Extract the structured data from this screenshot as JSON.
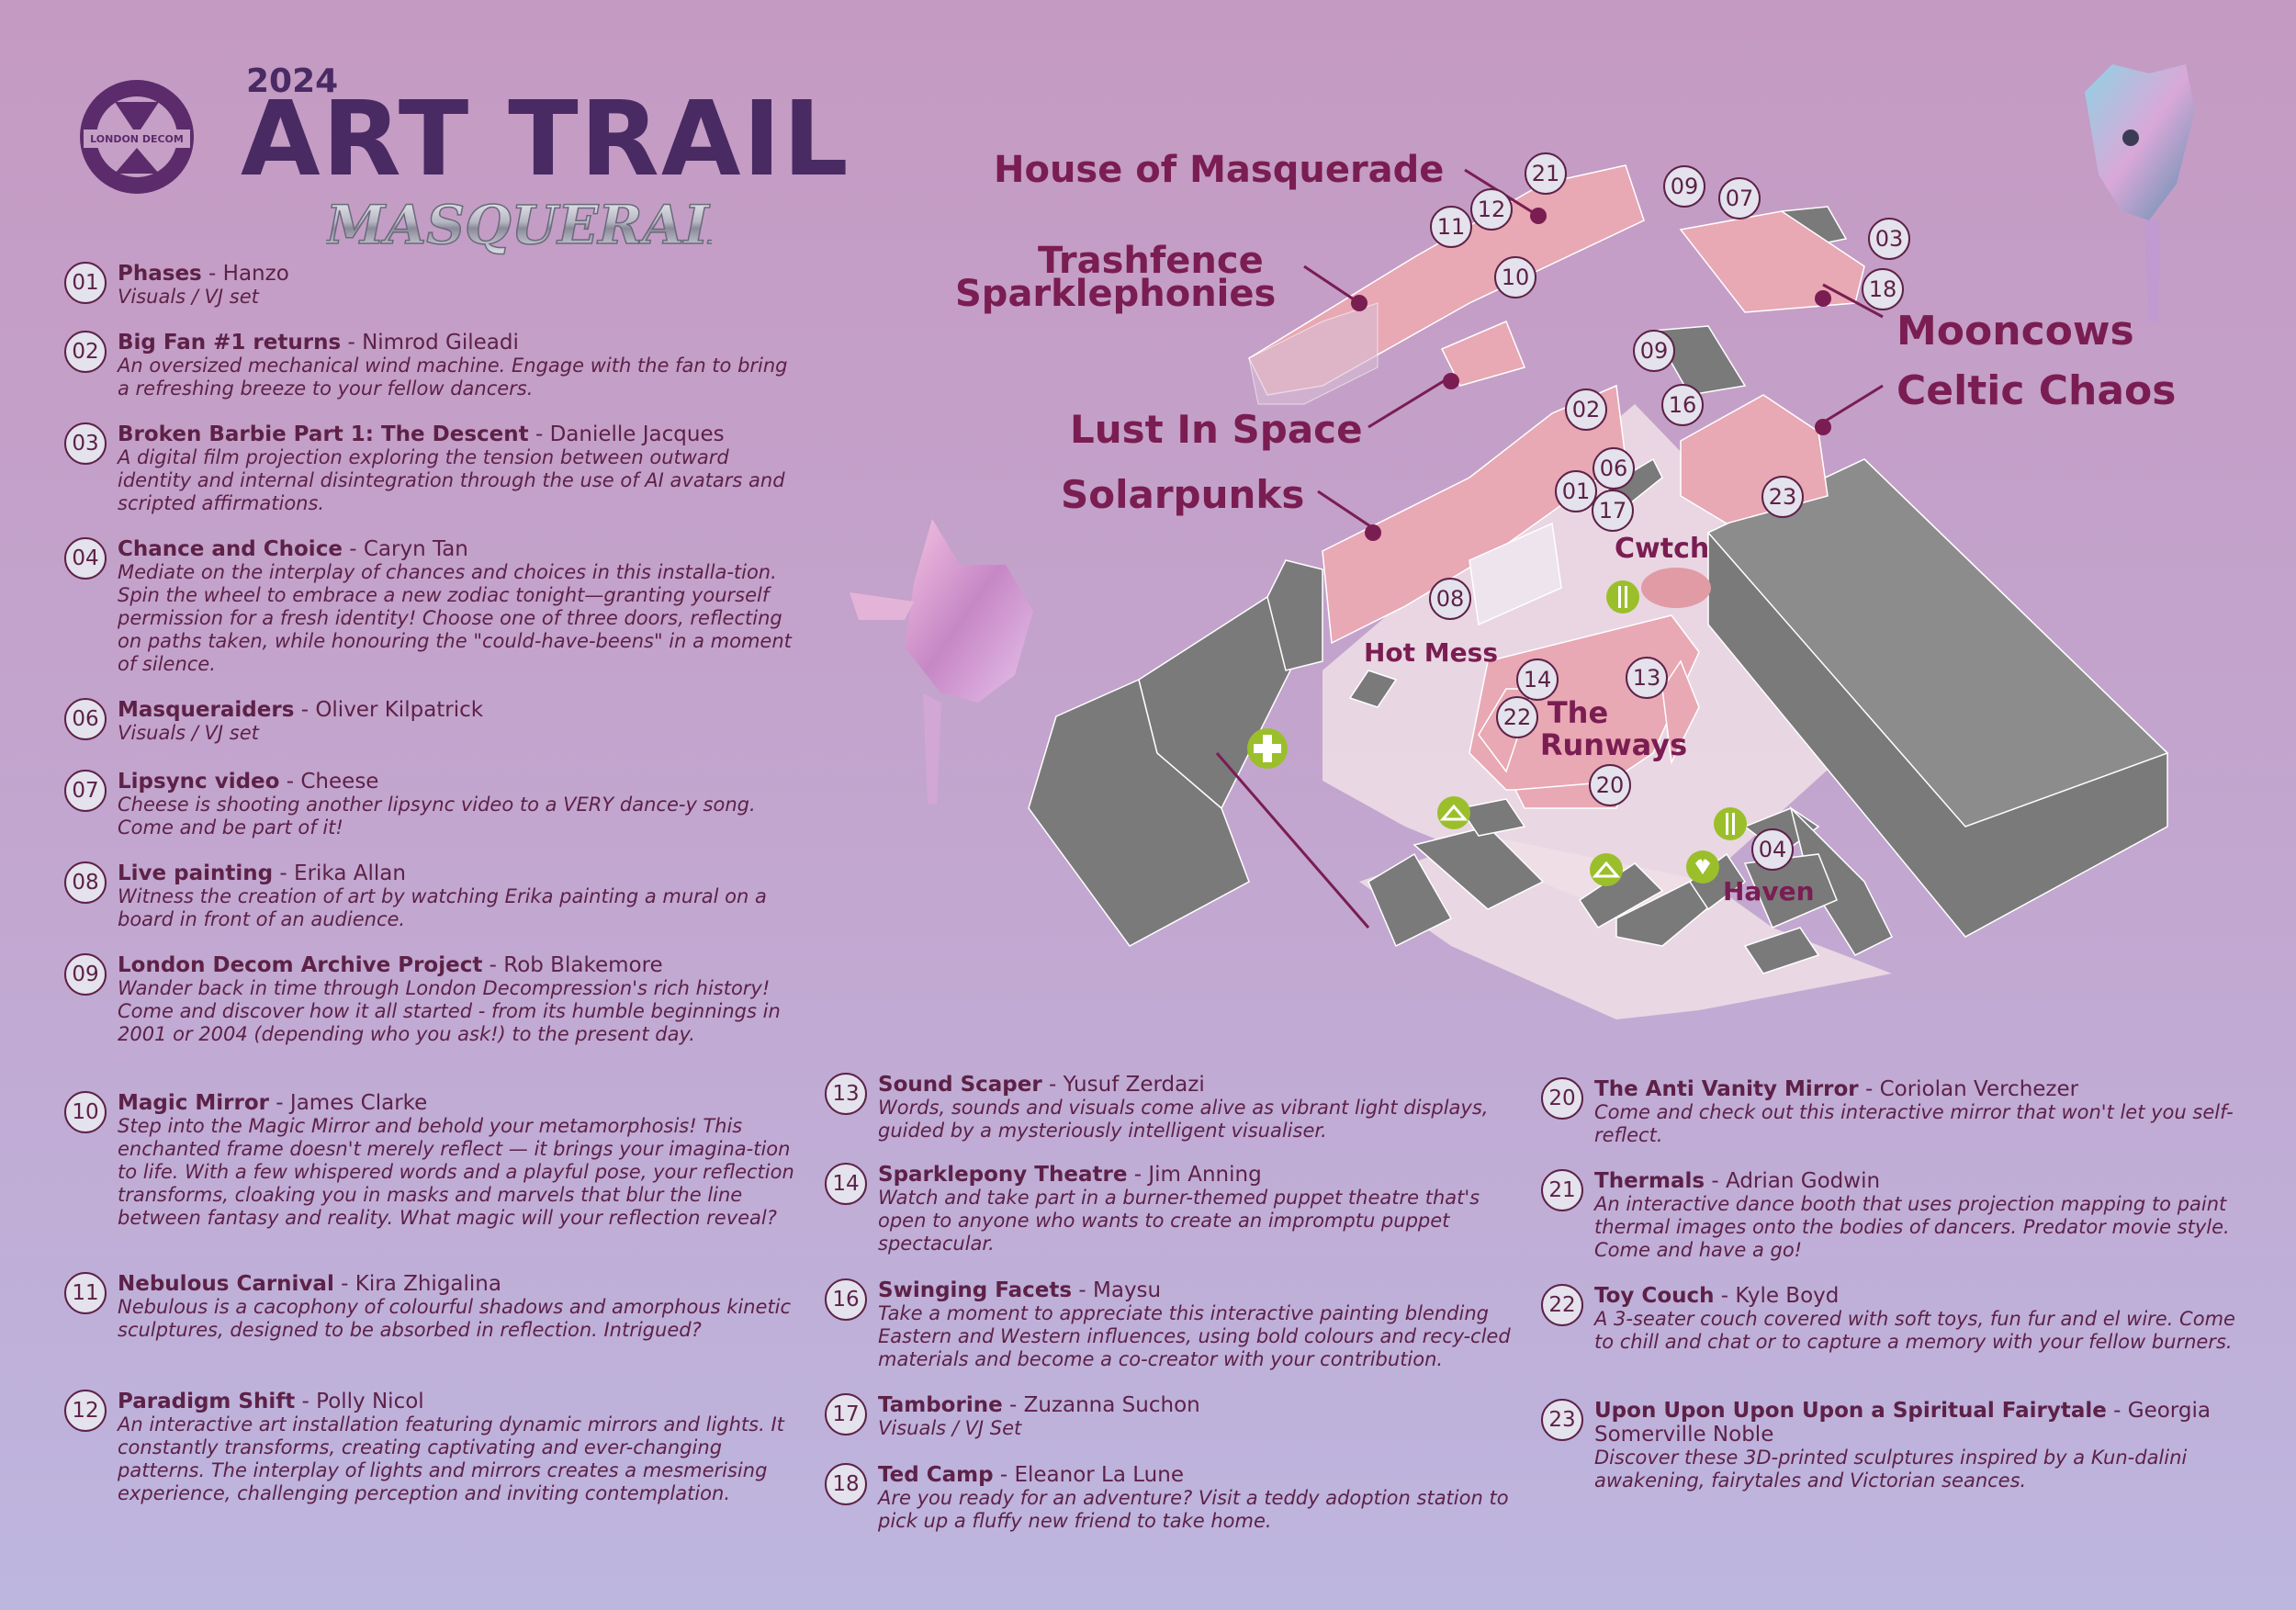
{
  "header": {
    "year": "2024",
    "title": "ART TRAIL",
    "logo_text": "LONDON DECOM",
    "subtitle": "MASQUERAIDERS"
  },
  "colors": {
    "accent": "#7a1d52",
    "title": "#4a2a63",
    "building": "#e8a8b4",
    "gray": "#7a7a7a",
    "green": "#9bbf2a"
  },
  "entries": [
    {
      "num": "01",
      "title": "Phases",
      "artist": "Hanzo",
      "desc": "Visuals / VJ set"
    },
    {
      "num": "02",
      "title": "Big Fan #1 returns",
      "artist": "Nimrod Gileadi",
      "desc": "An oversized mechanical wind machine. Engage with the fan to bring a refreshing breeze to your fellow dancers."
    },
    {
      "num": "03",
      "title": "Broken Barbie Part 1: The Descent",
      "artist": "Danielle Jacques",
      "desc": "A digital film projection exploring the tension between outward identity and internal disintegration through the use of AI avatars and scripted affirmations."
    },
    {
      "num": "04",
      "title": "Chance and Choice",
      "artist": "Caryn Tan",
      "desc": "Mediate on the interplay of chances and choices in this installa-tion. Spin the wheel to embrace a new zodiac tonight—granting yourself permission for a fresh identity! Choose one of three doors, reflecting on paths taken, while honouring the \"could-have-beens\" in a moment of silence."
    },
    {
      "num": "06",
      "title": "Masqueraiders",
      "artist": "Oliver Kilpatrick",
      "desc": "Visuals / VJ set"
    },
    {
      "num": "07",
      "title": "Lipsync video",
      "artist": "Cheese",
      "desc": "Cheese is shooting another lipsync video to a VERY dance-y song. Come and be part of it!"
    },
    {
      "num": "08",
      "title": "Live painting",
      "artist": "Erika Allan",
      "desc": "Witness the creation of art by watching Erika painting a mural on a board in front of an audience."
    },
    {
      "num": "09",
      "title": "London Decom Archive Project",
      "artist": "Rob Blakemore",
      "desc": "Wander back in time through London Decompression's rich history! Come and discover how it all started - from its humble beginnings in 2001 or 2004 (depending who you ask!) to the present day."
    },
    {
      "num": "10",
      "title": "Magic Mirror",
      "artist": "James Clarke",
      "desc": "Step into the Magic Mirror and behold your metamorphosis! This enchanted frame doesn't merely reflect — it brings your imagina-tion to life. With a few whispered words and a playful pose, your reflection transforms, cloaking you in masks and marvels that blur the line between fantasy and reality. What magic will your reflection reveal?"
    },
    {
      "num": "11",
      "title": "Nebulous Carnival",
      "artist": "Kira Zhigalina",
      "desc": "Nebulous is a cacophony of colourful shadows and amorphous kinetic sculptures, designed to be absorbed in reflection. Intrigued?"
    },
    {
      "num": "12",
      "title": "Paradigm Shift",
      "artist": "Polly Nicol",
      "desc": "An interactive art installation featuring dynamic mirrors and lights. It constantly transforms, creating captivating and ever-changing patterns. The interplay of lights and mirrors creates a mesmerising experience, challenging perception and inviting contemplation."
    },
    {
      "num": "13",
      "title": "Sound Scaper",
      "artist": "Yusuf Zerdazi",
      "desc": "Words, sounds and visuals come alive as vibrant light displays, guided by a mysteriously intelligent visualiser."
    },
    {
      "num": "14",
      "title": "Sparklepony Theatre",
      "artist": "Jim Anning",
      "desc": "Watch and take part in a burner-themed puppet theatre that's open to anyone who wants to create an impromptu puppet spectacular."
    },
    {
      "num": "16",
      "title": "Swinging Facets",
      "artist": "Maysu",
      "desc": "Take a moment to appreciate this interactive painting blending Eastern and Western influences, using bold colours and recy-cled materials and become a co-creator with your contribution."
    },
    {
      "num": "17",
      "title": "Tamborine",
      "artist": "Zuzanna Suchon",
      "desc": "Visuals / VJ Set"
    },
    {
      "num": "18",
      "title": "Ted Camp",
      "artist": "Eleanor La Lune",
      "desc": "Are you ready for an adventure? Visit a teddy adoption station to pick up a fluffy new friend to take home."
    },
    {
      "num": "20",
      "title": "The Anti Vanity Mirror",
      "artist": "Coriolan Verchezer",
      "desc": "Come and check out this interactive mirror that won't let you self-reflect."
    },
    {
      "num": "21",
      "title": "Thermals",
      "artist": "Adrian Godwin",
      "desc": "An interactive dance booth that uses projection mapping to paint thermal images onto the bodies of dancers. Predator movie style. Come and have a go!"
    },
    {
      "num": "22",
      "title": "Toy Couch",
      "artist": "Kyle Boyd",
      "desc": "A 3-seater couch covered with soft toys, fun fur and el wire. Come to chill and chat or to capture a memory with your fellow burners."
    },
    {
      "num": "23",
      "title": "Upon Upon Upon Upon a Spiritual Fairytale",
      "artist": "Georgia Somerville Noble",
      "desc": "Discover these 3D-printed sculptures inspired by a Kun-dalini awakening, fairytales and Victorian seances."
    }
  ],
  "map": {
    "zones": {
      "house": "House of Masquerade",
      "trash1": "Trashfence",
      "trash2": "Sparklephonies",
      "mooncows": "Mooncows",
      "celtic": "Celtic Chaos",
      "lust": "Lust In Space",
      "solar": "Solarpunks"
    },
    "areas": {
      "cwtch": "Cwtch",
      "hotmess": "Hot Mess",
      "runways1": "The",
      "runways2": "Runways",
      "haven": "Haven"
    },
    "markers": [
      "21",
      "12",
      "11",
      "10",
      "09",
      "07",
      "03",
      "18",
      "09",
      "16",
      "02",
      "06",
      "01",
      "17",
      "23",
      "08",
      "14",
      "13",
      "22",
      "20",
      "04"
    ]
  }
}
